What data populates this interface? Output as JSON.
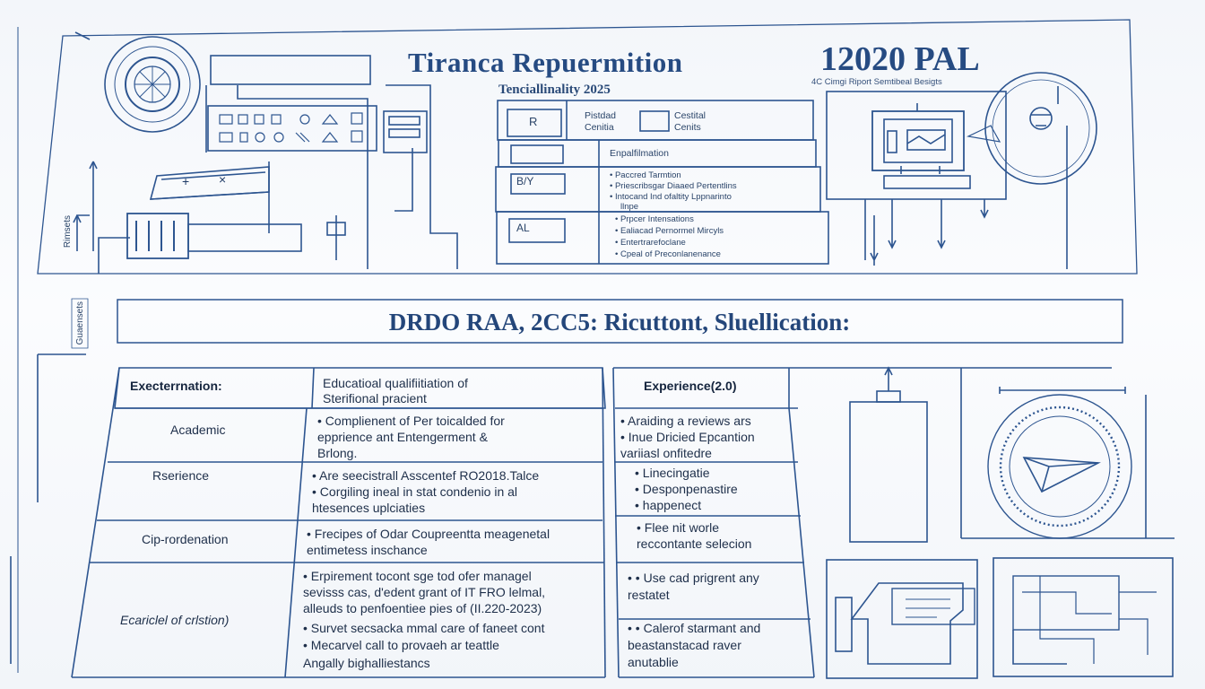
{
  "header": {
    "title": "Tiranca Repuermition",
    "subtitle": "Tenciallinality 2025",
    "right_title": "12020 PAL",
    "right_subtitle": "4C Cimgi Riport Semtibeal Besigts"
  },
  "top_panel": {
    "keypad_labels": [
      "+",
      "×"
    ],
    "left_vertical_label": "Rimsets",
    "form": {
      "box_r": "R",
      "col1": [
        "Pistdad",
        "Cenitia"
      ],
      "col2": [
        "Cestital",
        "Cenits"
      ],
      "section": "Enpalfilmation",
      "row1_label": "B/Y",
      "row1_items": [
        "Paccred Tarmtion",
        "Priescribsgar Diaaed Pertentlins",
        "Intocand Ind ofaltity Lppnarinto",
        "llnpe"
      ],
      "row2_label": "AL",
      "row2_items": [
        "Prpcer Intensations",
        "Ealiacad Pernormel Mircyls",
        "Entertrarefoclane",
        "Cpeal of Preconlanenance"
      ]
    }
  },
  "banner": {
    "text": "DRDO RAA, 2CC5: Ricuttont, Sluellication:",
    "side_label": "Guaensets"
  },
  "table_left": {
    "header_col1": "Execterrnation:",
    "header_col2": [
      "Educatioal qualifiitiation of",
      "Sterifional pracient"
    ],
    "rows": [
      {
        "label": "Academic",
        "lines": [
          "• Complienent of Per toicalded for",
          "  epprience ant Entengerment &",
          "  Brlong."
        ]
      },
      {
        "label": "Rserience",
        "lines": [
          "• Are seecistrall Asscentef RO2018.Talce",
          "• Corgiling ineal in stat condenio in al",
          "  htesences uplciaties"
        ]
      },
      {
        "label": "Cip-rordenation",
        "lines": [
          "• Frecipes of Odar Coupreentta meagenetal",
          "  entimetess inschance"
        ]
      },
      {
        "label": "Ecariclel of crlstion)",
        "lines": [
          "• Erpirement tocont sge tod ofer managel",
          "  sevisss cas, d'edent grant of IT FRO lelmal,",
          "  alleuds to penfoentiee pies of (II.220-2023)",
          "• Survet secsacka mmal care of faneet cont",
          "• Mecarvel call to provaeh ar teattle",
          "  Angally bighalliestancs"
        ]
      }
    ]
  },
  "table_right": {
    "header": "Experience(2.0)",
    "rows": [
      [
        "• Araiding a reviews ars",
        "• Inue Dricied Epcantion",
        "  variiasl onfitedre"
      ],
      [
        "• Linecingatie",
        "• Desponpenastire",
        "• happenect"
      ],
      [
        "• Flee nit worle",
        "  reccontante selecion"
      ],
      [
        "• • Use cad prigrent any",
        "  restatet"
      ],
      [
        "• • Calerof starmant and",
        "  beastanstacad raver",
        "  anutablie"
      ]
    ]
  },
  "icons": [
    "emblem-seal-icon",
    "computer-monitor-icon",
    "gauge-dial-icon",
    "compass-dial-icon",
    "printer-icon",
    "network-panel-icon",
    "tall-cabinet-icon"
  ],
  "colors": {
    "ink": "#24467a",
    "paper": "#f7f9fc"
  }
}
